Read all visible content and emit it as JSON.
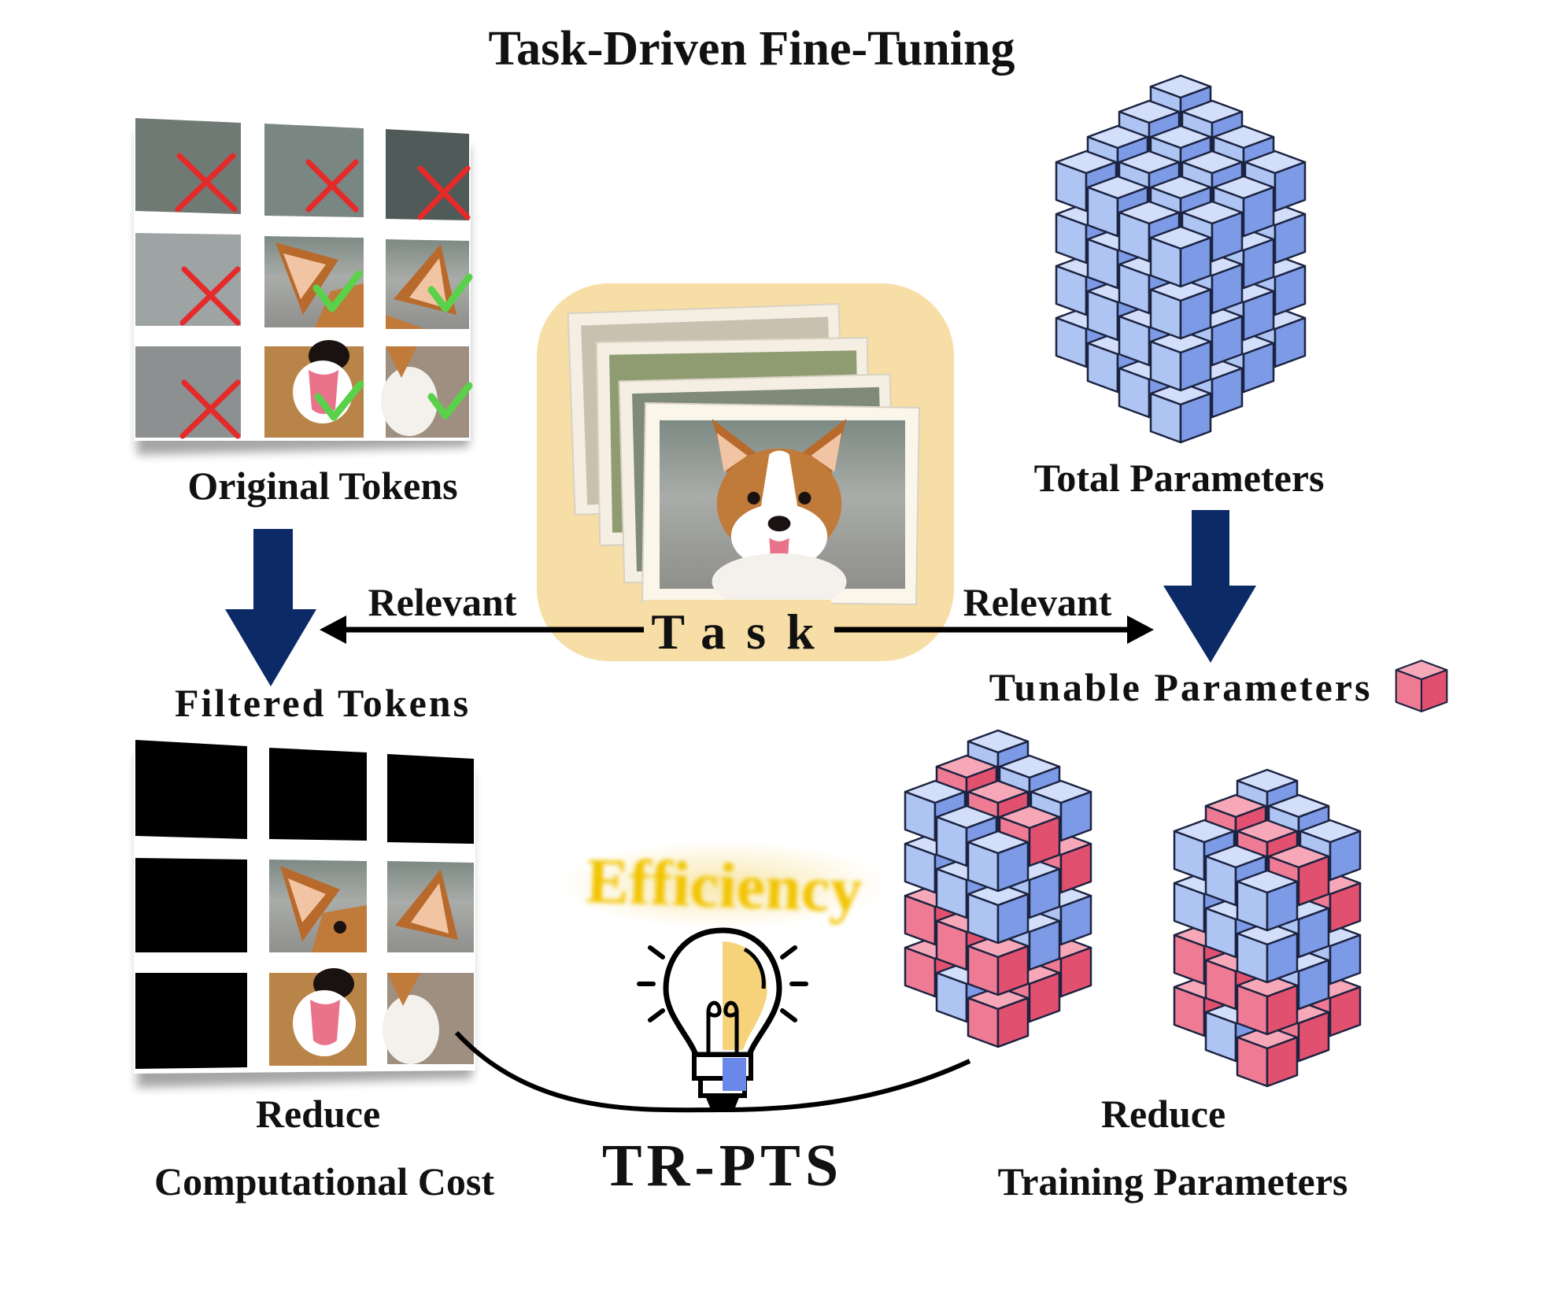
{
  "title": "Task-Driven Fine-Tuning",
  "labels": {
    "original_tokens": "Original Tokens",
    "filtered_tokens": "Filtered Tokens",
    "total_parameters": "Total Parameters",
    "tunable_parameters": "Tunable Parameters",
    "relevant_left": "Relevant",
    "relevant_right": "Relevant",
    "task": "Task",
    "efficiency": "Efficiency",
    "method_name": "TR-PTS",
    "reduce_left_1": "Reduce",
    "reduce_left_2": "Computational Cost",
    "reduce_right_1": "Reduce",
    "reduce_right_2": "Training Parameters"
  },
  "token_grid": {
    "rows": 3,
    "cols": 3,
    "original_marks": [
      "cross",
      "cross",
      "cross",
      "cross",
      "check",
      "check",
      "cross",
      "check",
      "check"
    ],
    "filtered_kept": [
      false,
      false,
      false,
      false,
      true,
      true,
      false,
      true,
      true
    ]
  },
  "colors": {
    "arrow_navy": "#0b2a66",
    "cube_blue": "#a9c0f2",
    "cube_pink": "#ef6f8c",
    "cross_red": "#e52a2a",
    "check_green": "#5ad14a",
    "task_panel": "#f7dea6",
    "efficiency_gold": "#f2c400"
  }
}
